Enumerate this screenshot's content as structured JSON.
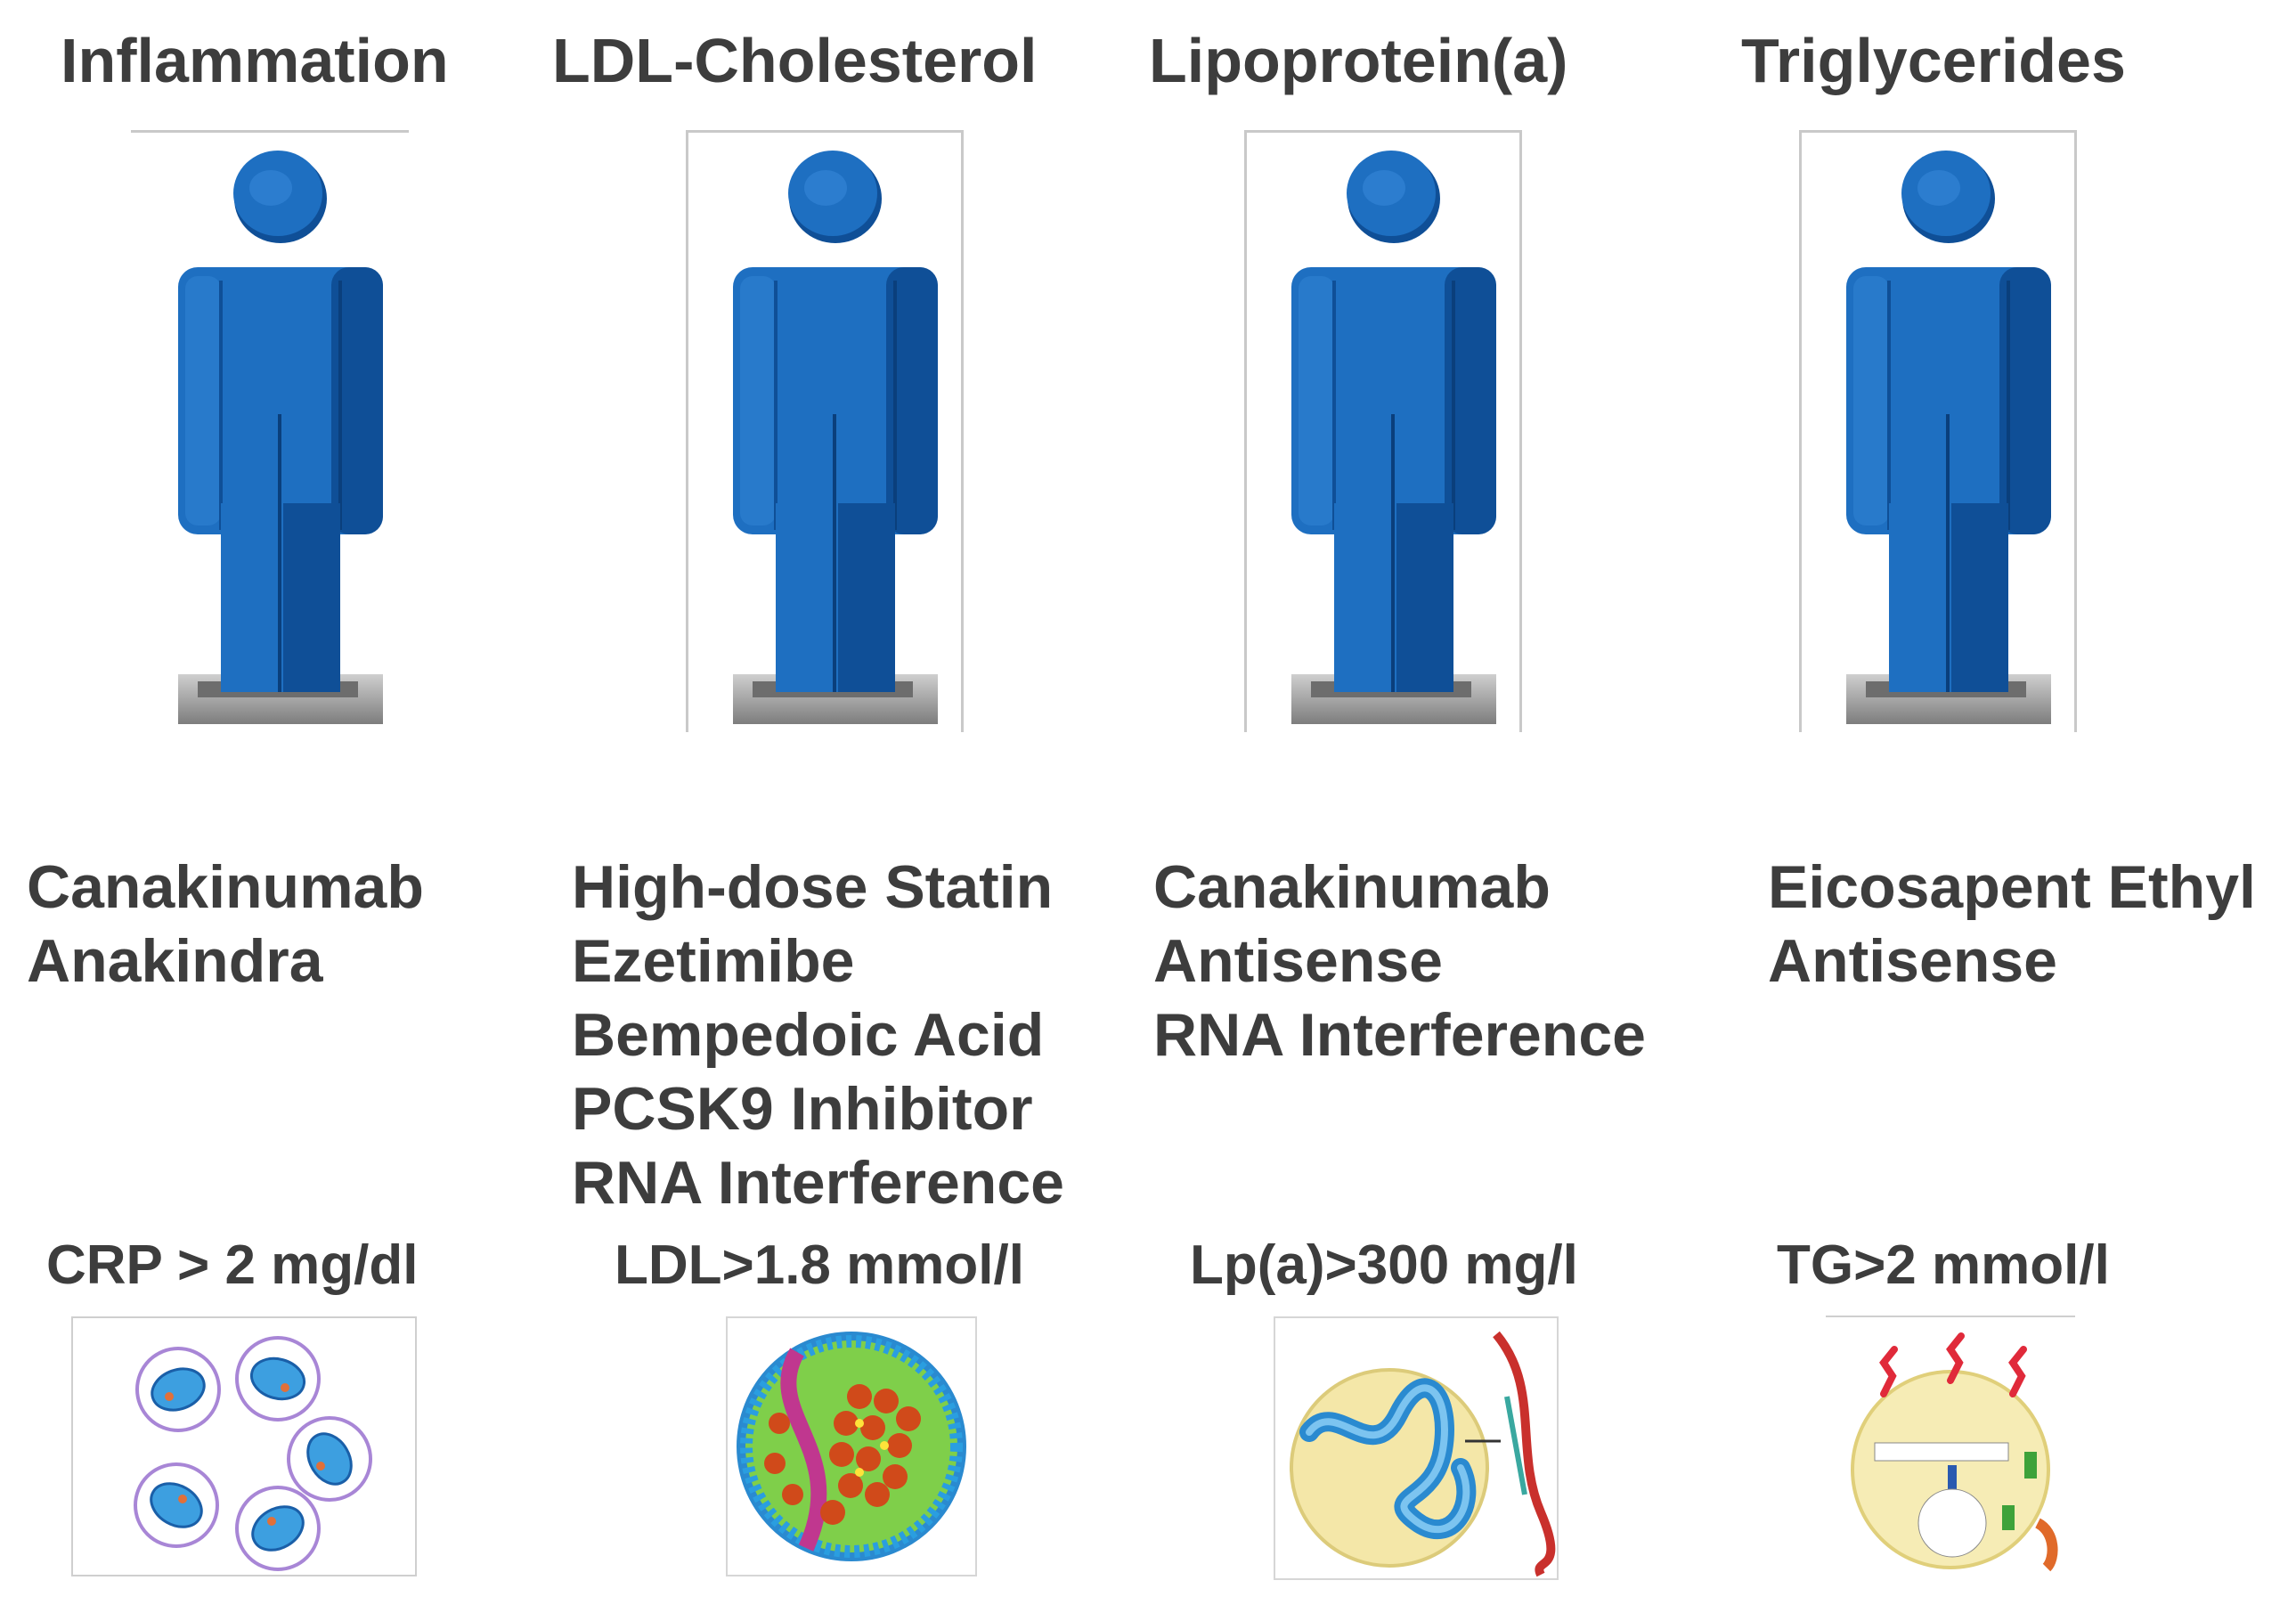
{
  "colors": {
    "figure_blue": "#1e6fc1",
    "figure_dark": "#0f4f97",
    "figure_light": "#3d8fe0",
    "text": "#3d3d3d",
    "frame": "#c9c9c9"
  },
  "columns": [
    {
      "title": "Inflammation",
      "icon": "person-icon",
      "treatments": [
        "Canakinumab",
        "Anakindra"
      ],
      "threshold": "CRP > 2 mg/dl",
      "molecule": "crp-protein-structure-icon"
    },
    {
      "title": "LDL-Cholesterol",
      "icon": "person-icon",
      "treatments": [
        "High-dose Statin",
        "Ezetimibe",
        "Bempedoic Acid",
        "PCSK9 Inhibitor",
        "RNA Interference"
      ],
      "threshold": "LDL>1.8 mmol/l",
      "molecule": "ldl-particle-icon"
    },
    {
      "title": "Lipoprotein(a)",
      "icon": "person-icon",
      "treatments": [
        "Canakinumab",
        "Antisense",
        "RNA Interference"
      ],
      "threshold": "Lp(a)>300 mg/l",
      "molecule": "lipoprotein-a-particle-icon"
    },
    {
      "title": "Triglycerides",
      "icon": "person-icon",
      "treatments": [
        "Eicosapent Ethyl",
        "Antisense"
      ],
      "threshold": "TG>2 mmol/l",
      "molecule": "triglyceride-rich-lipoprotein-icon"
    }
  ]
}
